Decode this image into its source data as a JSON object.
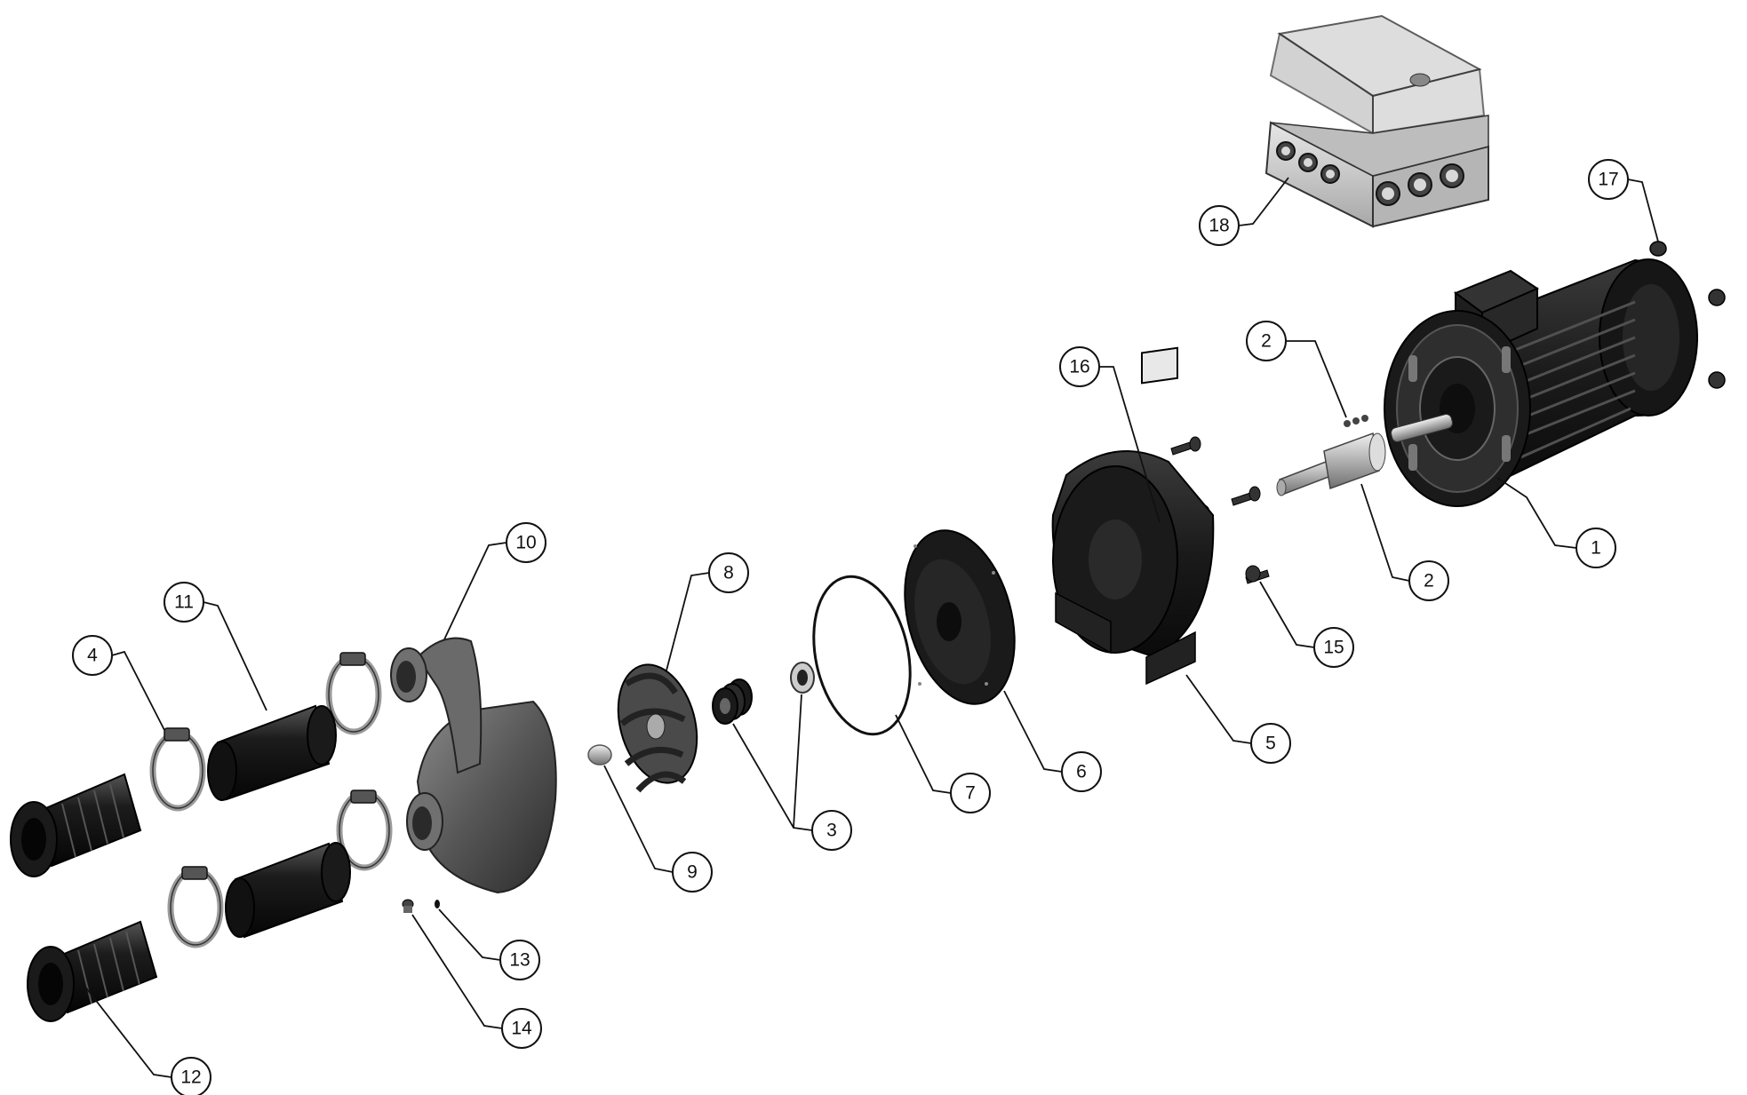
{
  "diagram": {
    "callouts": [
      {
        "id": "c1",
        "label": "1",
        "target": "motor"
      },
      {
        "id": "c2a",
        "label": "2",
        "target": "shaft-grub-screws"
      },
      {
        "id": "c2b",
        "label": "2",
        "target": "shaft-extension"
      },
      {
        "id": "c3",
        "label": "3",
        "target": "mechanical-seal"
      },
      {
        "id": "c4",
        "label": "4",
        "target": "hose-clamp"
      },
      {
        "id": "c5",
        "label": "5",
        "target": "lantern-bracket"
      },
      {
        "id": "c6",
        "label": "6",
        "target": "back-plate"
      },
      {
        "id": "c7",
        "label": "7",
        "target": "o-ring"
      },
      {
        "id": "c8",
        "label": "8",
        "target": "impeller"
      },
      {
        "id": "c9",
        "label": "9",
        "target": "impeller-nut"
      },
      {
        "id": "c10",
        "label": "10",
        "target": "pump-casing"
      },
      {
        "id": "c11",
        "label": "11",
        "target": "hose-sleeve"
      },
      {
        "id": "c12",
        "label": "12",
        "target": "hose-connector"
      },
      {
        "id": "c13",
        "label": "13",
        "target": "drain-washer"
      },
      {
        "id": "c14",
        "label": "14",
        "target": "drain-plug"
      },
      {
        "id": "c15",
        "label": "15",
        "target": "bracket-bolt"
      },
      {
        "id": "c16",
        "label": "16",
        "target": "bracket-window"
      },
      {
        "id": "c17",
        "label": "17",
        "target": "motor-nut"
      },
      {
        "id": "c18",
        "label": "18",
        "target": "terminal-box"
      }
    ]
  },
  "colors": {
    "part_dark": "#141414",
    "part_mid": "#3a3a3a",
    "part_grey": "#6a6a6a",
    "part_light": "#b8b8b8",
    "metal": "#c8c8c8",
    "line": "#111111"
  }
}
